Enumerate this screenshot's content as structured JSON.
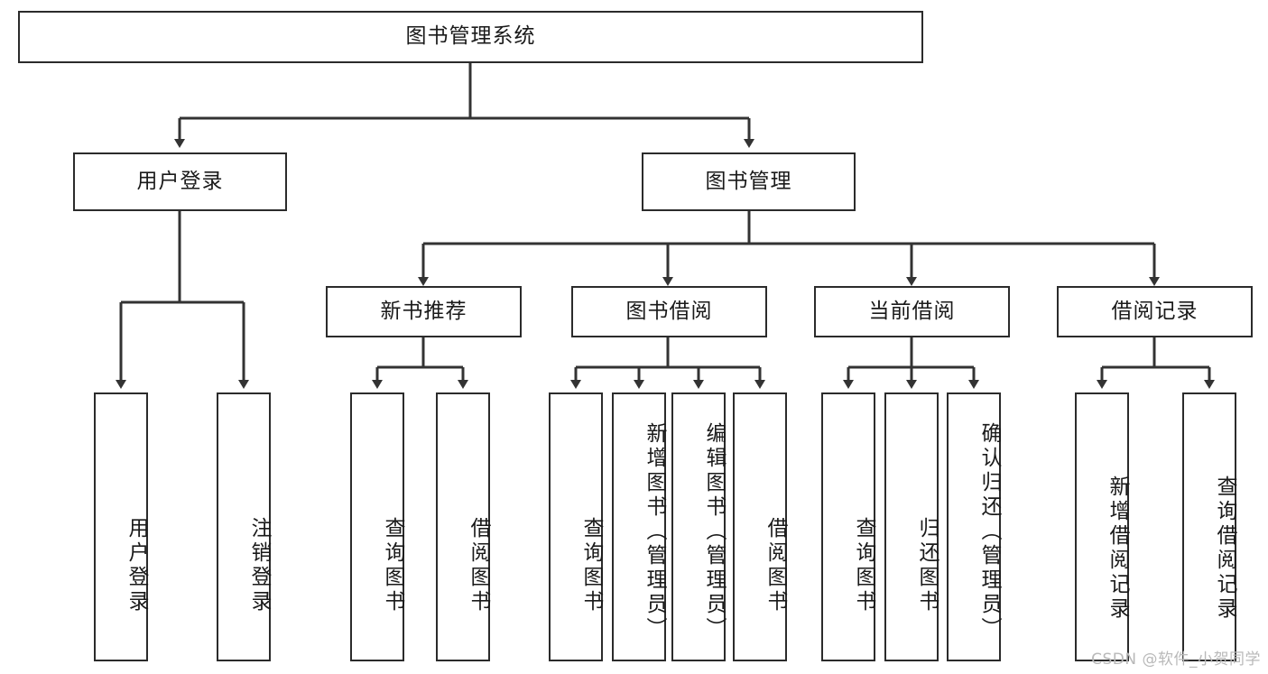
{
  "diagram": {
    "title": "图书管理系统",
    "type": "tree",
    "watermark": "CSDN @软件_小贺同学",
    "colors": {
      "box_border": "#2b2b2b",
      "box_fill": "#ffffff",
      "edge": "#333333",
      "text": "#1a1a1a",
      "watermark": "#b9b9b9",
      "background": "#ffffff"
    },
    "root": {
      "label": "图书管理系统"
    },
    "level2": [
      {
        "label": "用户登录"
      },
      {
        "label": "图书管理"
      }
    ],
    "level3": [
      {
        "label": "新书推荐"
      },
      {
        "label": "图书借阅"
      },
      {
        "label": "当前借阅"
      },
      {
        "label": "借阅记录"
      }
    ],
    "leaves": {
      "user_login": [
        {
          "label": "用户登录"
        },
        {
          "label": "注销登录"
        }
      ],
      "new_book_recommend": [
        {
          "label": "查询图书"
        },
        {
          "label": "借阅图书"
        }
      ],
      "book_borrow": [
        {
          "label": "查询图书"
        },
        {
          "label": "新增图书（管理员）"
        },
        {
          "label": "编辑图书（管理员）"
        },
        {
          "label": "借阅图书"
        }
      ],
      "current_borrow": [
        {
          "label": "查询图书"
        },
        {
          "label": "归还图书"
        },
        {
          "label": "确认归还（管理员）"
        }
      ],
      "borrow_record": [
        {
          "label": "新增借阅记录"
        },
        {
          "label": "查询借阅记录"
        }
      ]
    }
  }
}
